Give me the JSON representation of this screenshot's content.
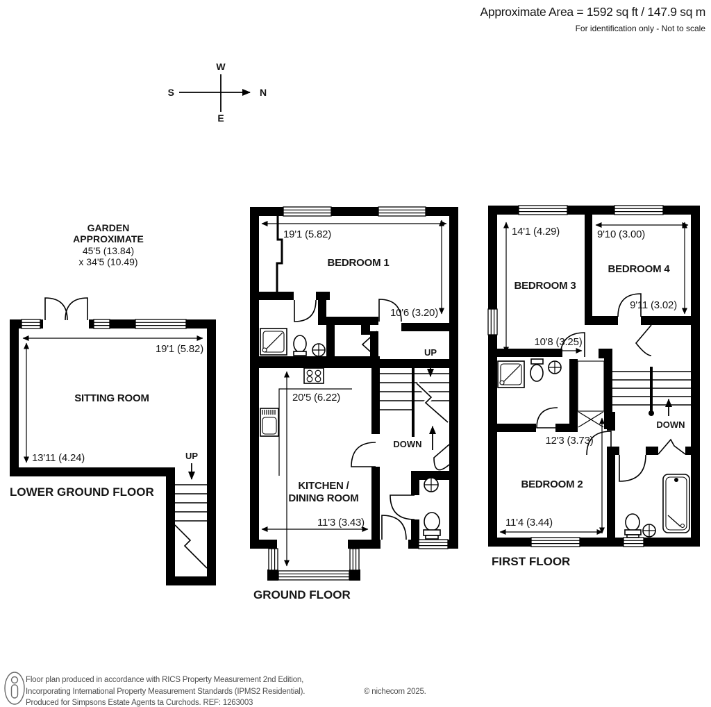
{
  "header": {
    "area": "Approximate Area = 1592 sq ft / 147.9 sq m",
    "note": "For identification only - Not to scale"
  },
  "compass": {
    "n": "N",
    "s": "S",
    "e": "E",
    "w": "W"
  },
  "floors": {
    "lower_ground": {
      "label": "LOWER GROUND FLOOR",
      "garden_line1": "GARDEN",
      "garden_line2": "APPROXIMATE",
      "garden_dim1": "45'5 (13.84)",
      "garden_dim2": "x 34'5 (10.49)",
      "room": "SITTING ROOM",
      "room_width": "19'1 (5.82)",
      "room_depth": "13'11 (4.24)",
      "stair": "UP"
    },
    "ground": {
      "label": "GROUND FLOOR",
      "bedroom1": "BEDROOM 1",
      "bedroom1_width": "19'1 (5.82)",
      "bedroom1_depth": "10'6 (3.20)",
      "kitchen_line1": "KITCHEN /",
      "kitchen_line2": "DINING ROOM",
      "kitchen_length": "20'5 (6.22)",
      "kitchen_width": "11'3 (3.43)",
      "stair_up": "UP",
      "stair_down": "DOWN"
    },
    "first": {
      "label": "FIRST FLOOR",
      "bedroom2": "BEDROOM 2",
      "bedroom3": "BEDROOM 3",
      "bedroom4": "BEDROOM 4",
      "bedroom3_depth": "14'1 (4.29)",
      "bedroom3_width": "10'8 (3.25)",
      "bedroom4_width": "9'10 (3.00)",
      "bedroom4_depth": "9'11 (3.02)",
      "bedroom2_depth": "12'3 (3.73)",
      "bedroom2_width": "11'4 (3.44)",
      "stair_down": "DOWN"
    }
  },
  "footer": {
    "line1": "Floor plan produced in accordance with RICS Property Measurement 2nd Edition,",
    "line2": "Incorporating International Property Measurement Standards (IPMS2 Residential).",
    "line3": "Produced for Simpsons Estate Agents ta Curchods.   REF: 1263003",
    "copyright": "© nichecom 2025."
  },
  "colors": {
    "wall": "#000000",
    "text": "#161616",
    "footer_text": "#4d4d4d"
  }
}
